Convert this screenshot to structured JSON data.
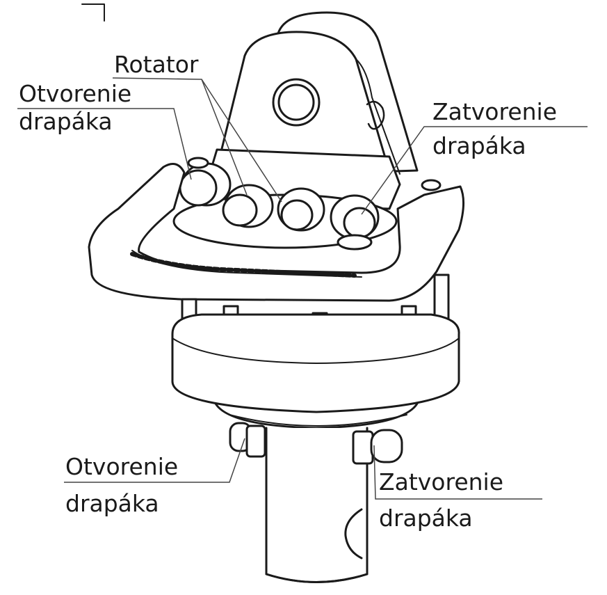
{
  "labels": {
    "rotator": "Rotator",
    "top_left_line1": "Otvorenie",
    "top_left_line2": "drapáka",
    "top_right_line1": "Zatvorenie",
    "top_right_line2": "drapáka",
    "bottom_left_line1": "Otvorenie",
    "bottom_left_line2": "drapáka",
    "bottom_right_line1": "Zatvorenie",
    "bottom_right_line2": "drapáka"
  },
  "colors": {
    "line": "#1a1a1a",
    "fill": "#ffffff",
    "shade": "#f2f2f2"
  }
}
